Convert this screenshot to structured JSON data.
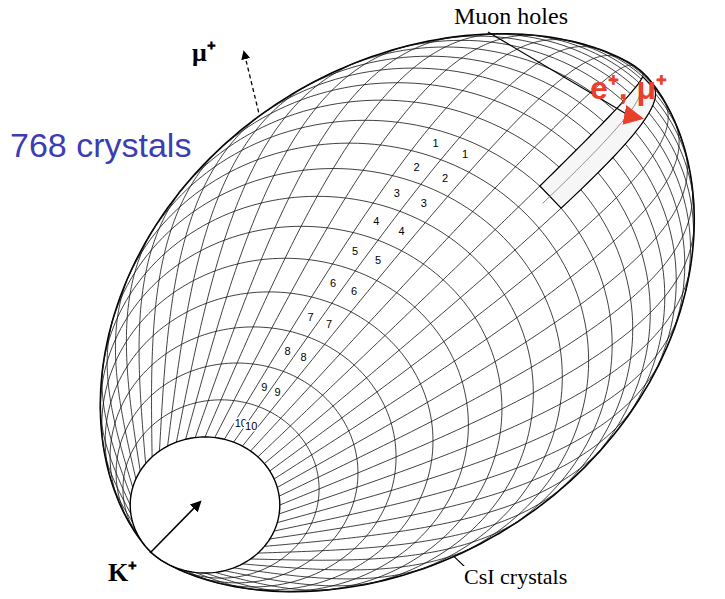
{
  "diagram": {
    "labels": [
      "Muon holes",
      "μ⁺",
      "768 crystals",
      "e⁺, μ⁺",
      "1",
      "2",
      "3",
      "4",
      "5",
      "6",
      "7",
      "8",
      "9",
      "10",
      "1",
      "2",
      "3",
      "4",
      "5",
      "6",
      "7",
      "8",
      "9",
      "10",
      "K⁺",
      "CsI crystals"
    ]
  }
}
